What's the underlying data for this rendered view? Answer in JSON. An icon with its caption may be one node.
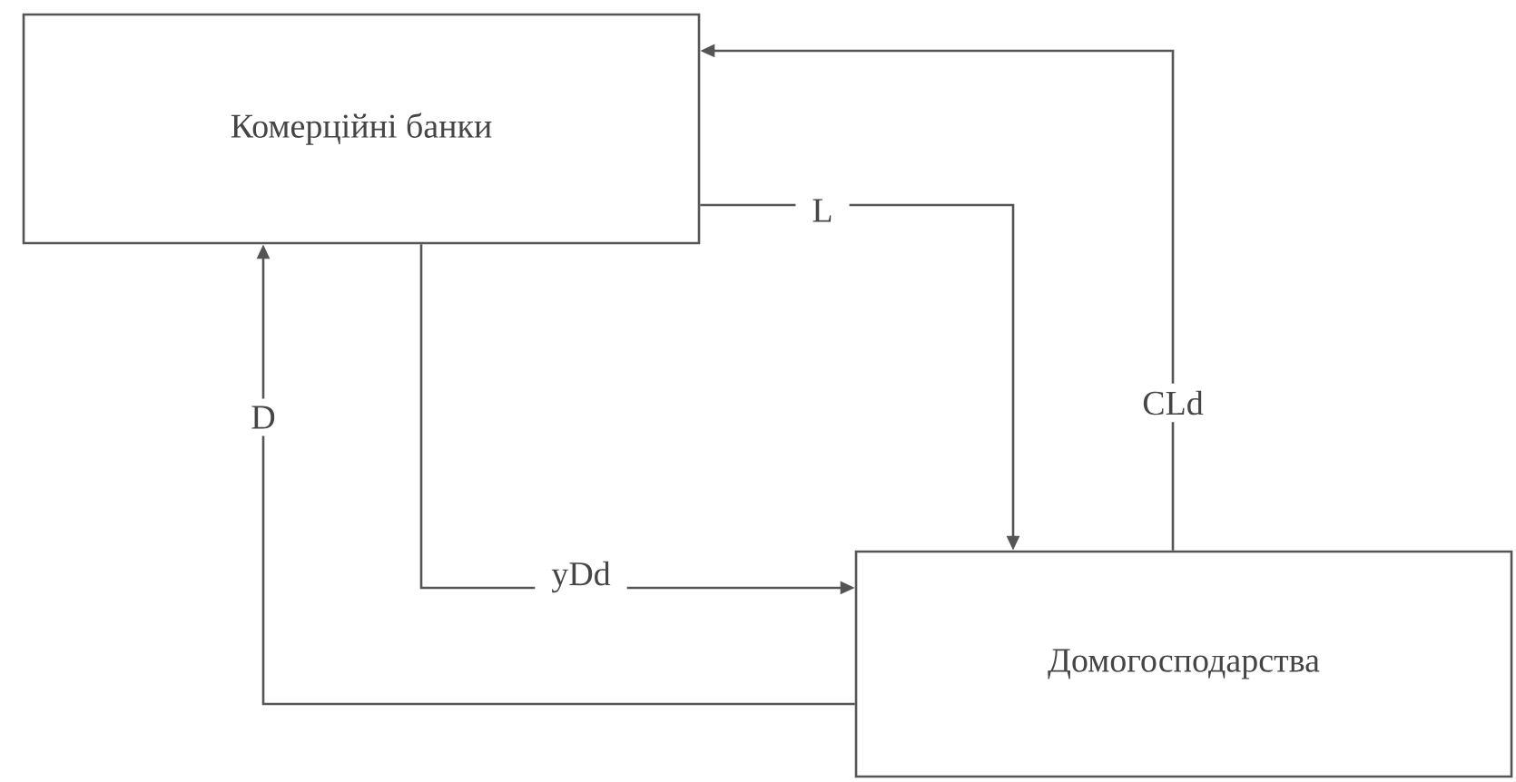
{
  "diagram": {
    "nodes": [
      {
        "text": [
          "Комерційні банки"
        ]
      },
      {
        "text": [
          "Домогосподарства"
        ]
      }
    ],
    "edges": [
      {
        "from": 1,
        "to": 0,
        "arrow": "to",
        "label": "D"
      },
      {
        "from": 0,
        "to": 1,
        "arrow": "to",
        "label": "yDd"
      },
      {
        "from": 0,
        "to": 1,
        "arrow": "to",
        "label": "L"
      },
      {
        "from": 1,
        "to": 0,
        "arrow": "to",
        "label": "CLd"
      }
    ]
  }
}
